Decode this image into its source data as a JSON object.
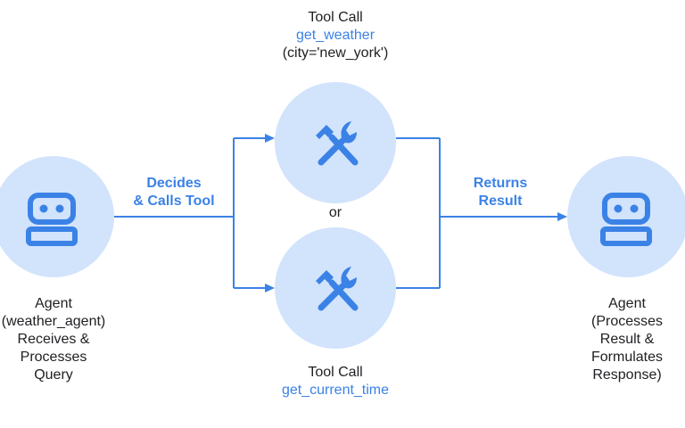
{
  "colors": {
    "node_fill": "#d2e3fc",
    "accent": "#3b82e6",
    "text": "#202124"
  },
  "nodes": {
    "agent_left": {
      "icon": "robot-icon",
      "label_lines": [
        "Agent",
        "(weather_agent)",
        "Receives &",
        "Processes",
        "Query"
      ]
    },
    "tool_top": {
      "icon": "tools-icon",
      "title": "Tool Call",
      "function": "get_weather",
      "args": "(city='new_york')"
    },
    "tool_bottom": {
      "icon": "tools-icon",
      "title": "Tool Call",
      "function": "get_current_time"
    },
    "agent_right": {
      "icon": "robot-icon",
      "label_lines": [
        "Agent",
        "(Processes",
        "Result &",
        "Formulates",
        "Response)"
      ]
    }
  },
  "edges": {
    "decides": [
      "Decides",
      "& Calls Tool"
    ],
    "returns": [
      "Returns",
      "Result"
    ],
    "or_text": "or"
  }
}
